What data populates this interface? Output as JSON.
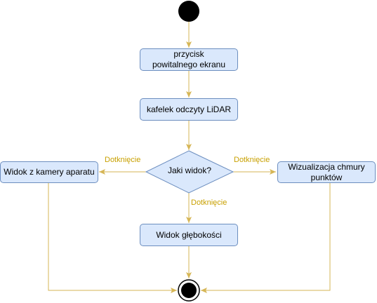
{
  "diagram": {
    "nodes": {
      "welcome": "przycisk powitalnego ekranu",
      "lidar_tile": "kafelek odczyty LiDAR",
      "decision": "Jaki widok?",
      "camera": "Widok z kamery aparatu",
      "pointcloud": "Wizualizacja chmury punktów",
      "depth": "Widok głębokości"
    },
    "edge_labels": {
      "to_camera": "Dotknięcie",
      "to_pointcloud": "Dotknięcie",
      "to_depth": "Dotknięcie"
    }
  },
  "colors": {
    "node_fill": "#dae8fc",
    "node_border": "#6c8ebf",
    "edge": "#d6b656",
    "edge_label": "#c8a000",
    "start": "#000000"
  }
}
